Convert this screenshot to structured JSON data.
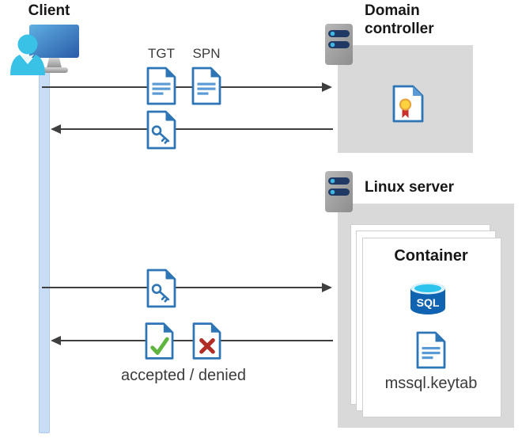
{
  "nodes": {
    "client": {
      "label": "Client"
    },
    "domain_controller": {
      "label": "Domain controller"
    },
    "linux_server": {
      "label": "Linux server"
    },
    "container": {
      "label": "Container",
      "sql_badge": "SQL",
      "keytab_label": "mssql.keytab"
    }
  },
  "flows": {
    "request_tickets": {
      "direction": "client-to-domain-controller",
      "tgt_label": "TGT",
      "spn_label": "SPN"
    },
    "ticket_response": {
      "direction": "domain-controller-to-client",
      "item": "key-ticket"
    },
    "present_ticket": {
      "direction": "client-to-container",
      "item": "key-ticket"
    },
    "auth_result": {
      "direction": "container-to-client",
      "label": "accepted / denied"
    }
  },
  "icons": {
    "client": "workstation-user-icon",
    "domain_controller": "server-icon",
    "linux_server": "server-icon",
    "certificate": "certificate-document-icon",
    "tgt": "document-ticket-icon",
    "spn": "document-ticket-icon",
    "key": "key-document-icon",
    "accepted": "check-document-icon",
    "denied": "x-document-icon",
    "sql": "sql-database-cylinder-icon",
    "keytab": "document-ticket-icon"
  },
  "colors": {
    "doc-blue": "#2e75b6",
    "doc-line-blue": "#5b9bd5",
    "check-green": "#5fb53e",
    "deny-red": "#b02e27",
    "arrow-gray": "#3f3f3f",
    "box-gray": "#d9d9d9",
    "lifeline-blue": "#c9dcf6",
    "server-navy": "#1f3864",
    "server-dot": "#3fb9e4",
    "sql-blue": "#1063b1",
    "sql-cyan": "#2cc3ec",
    "seal-yellow": "#ffd23f",
    "seal-red": "#c9302c",
    "title-black": "#171717",
    "text-gray": "#3b3b3b"
  }
}
